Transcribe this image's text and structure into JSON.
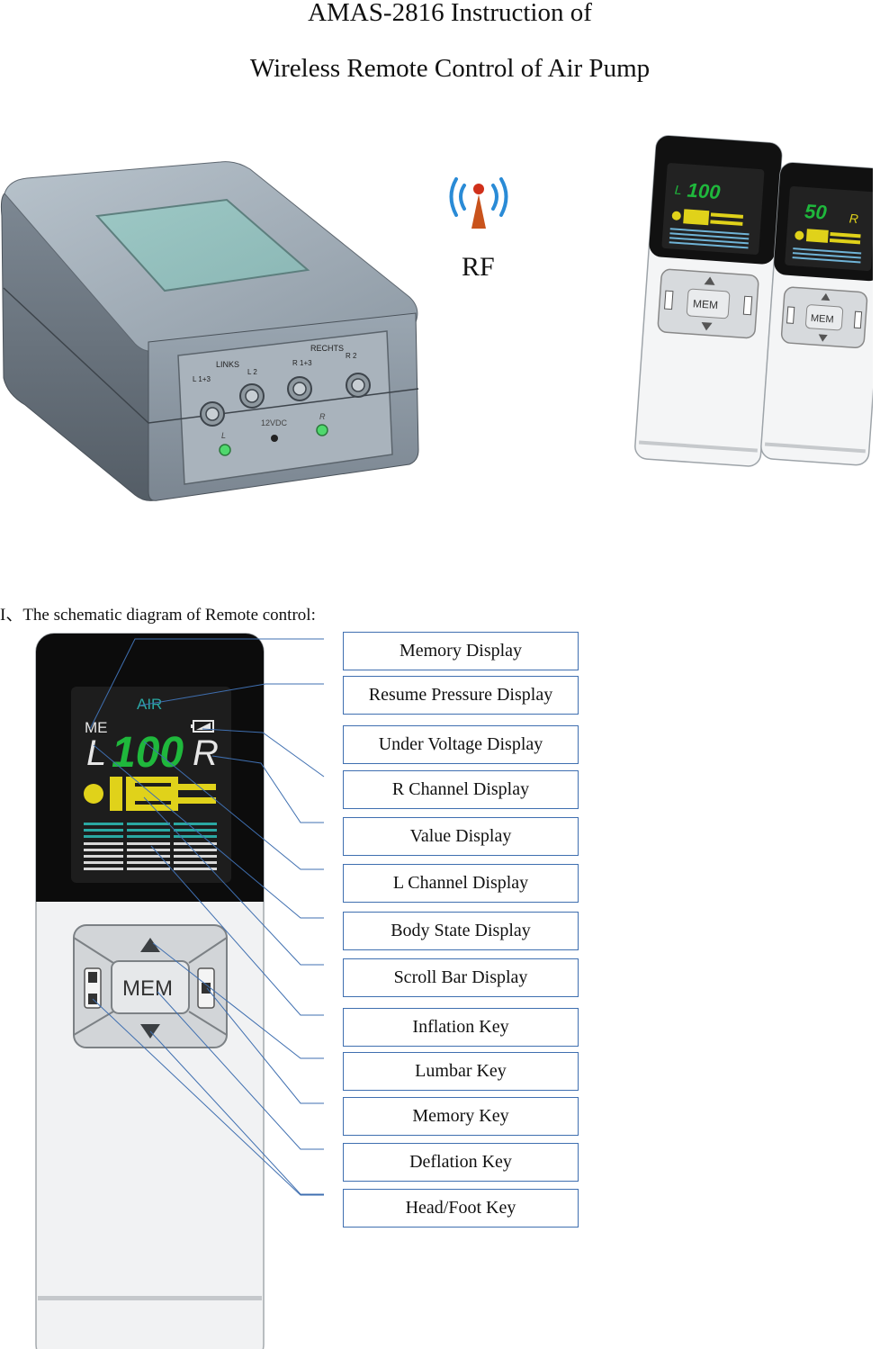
{
  "title_line1": "AMAS-2816 Instruction of",
  "title_line2": "Wireless Remote Control of Air Pump",
  "rf_label": "RF",
  "pump": {
    "group_left": "LINKS",
    "group_right": "RECHTS",
    "port_labels": [
      "L 1+3",
      "L 2",
      "R 1+3",
      "R 2"
    ],
    "power_label": "12VDC",
    "led_left": "L",
    "led_right": "R"
  },
  "remotes": [
    {
      "side": "L",
      "value": "100",
      "key_label": "MEM"
    },
    {
      "side": "R",
      "value": "50",
      "key_label": "MEM"
    }
  ],
  "section_heading": "I、The schematic diagram of Remote control:",
  "diagram_remote": {
    "air_label": "AIR",
    "memory_label": "ME",
    "left_channel": "L",
    "value": "100",
    "right_channel": "R",
    "key_label": "MEM"
  },
  "callouts": [
    "Memory Display",
    "Resume Pressure Display",
    "Under Voltage Display",
    "R Channel Display",
    "Value Display",
    "L Channel Display",
    "Body State Display",
    "Scroll Bar Display",
    "Inflation Key",
    "Lumbar Key",
    "Memory Key",
    "Deflation Key",
    "Head/Foot Key"
  ],
  "colors": {
    "lcd_green": "#1fb83c",
    "lcd_yellow": "#e0d21a",
    "lcd_teal": "#2aa7a2",
    "leader_blue": "#3f6fb0"
  }
}
